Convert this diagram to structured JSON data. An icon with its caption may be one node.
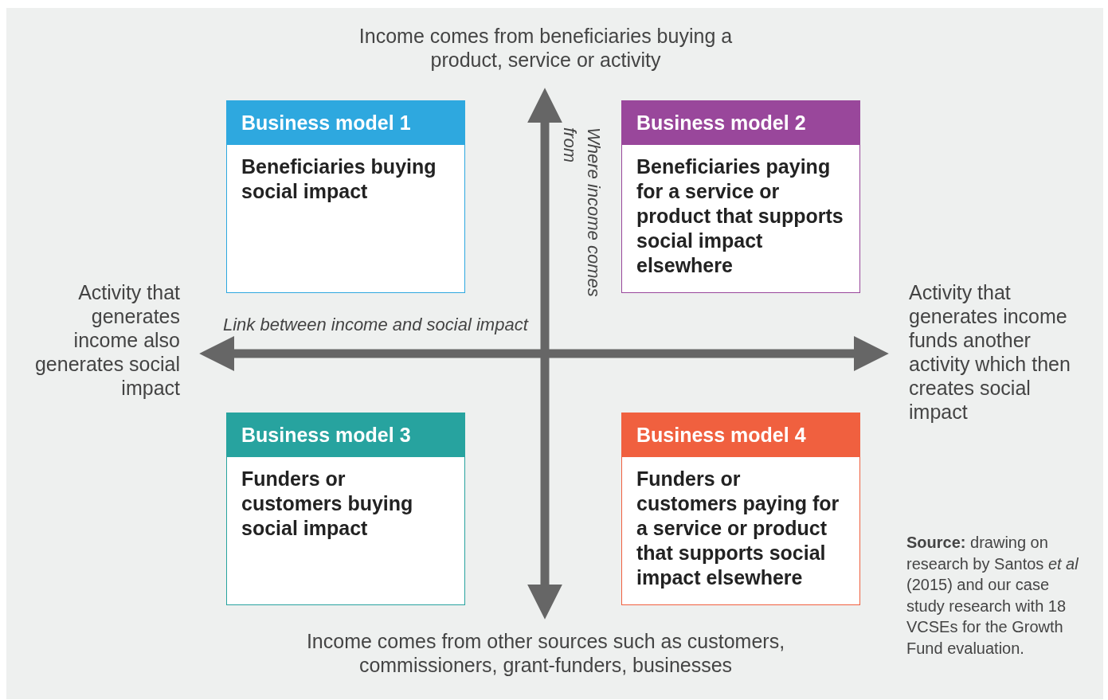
{
  "diagram": {
    "nodes": [
      {
        "text": [
          "Business model 1",
          "Beneficiaries buying social impact"
        ]
      },
      {
        "text": [
          "Business model 2",
          "Beneficiaries paying for a service or product that supports social impact elsewhere"
        ]
      },
      {
        "text": [
          "Business model 3",
          "Funders or customers buying social impact"
        ]
      },
      {
        "text": [
          "Business model 4",
          "Funders or customers paying for a service or product that supports social impact elsewhere"
        ]
      }
    ],
    "labels": [
      "Income comes from beneficiaries buying a product, service or activity",
      "Where income comes from",
      "Activity that generates income also generates social impact",
      "Link between income and social impact",
      "Activity that generates income funds another activity which then creates social impact",
      "Income comes from other sources such as customers, commissioners, grant-funders, businesses",
      "**Source:** drawing on research by Santos *et al* (2015) and our case study research with 18 VCSEs for the Growth Fund evaluation."
    ]
  }
}
